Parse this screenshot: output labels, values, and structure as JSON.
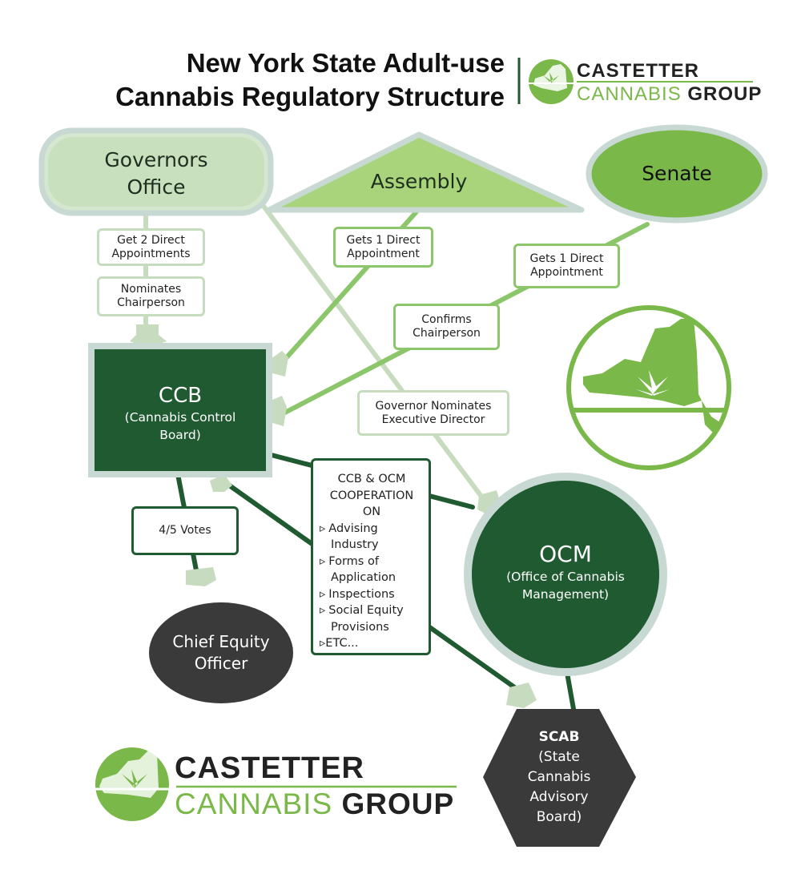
{
  "title": {
    "line1": "New York State Adult-use",
    "line2": "Cannabis Regulatory Structure"
  },
  "brand": {
    "name_line1": "CASTETTER",
    "name_line2a": "CANNABIS",
    "name_line2b": "GROUP",
    "colors": {
      "light_green": "#7ab85a",
      "dark_green": "#1f5a30",
      "text_dark": "#222222"
    }
  },
  "nodes": {
    "governors_office": {
      "line1": "Governors",
      "line2": "Office"
    },
    "assembly": {
      "label": "Assembly"
    },
    "senate": {
      "label": "Senate"
    },
    "ccb": {
      "line1": "CCB",
      "line2": "(Cannabis Control",
      "line3": "Board)"
    },
    "ocm": {
      "line1": "OCM",
      "line2": "(Office of Cannabis",
      "line3": "Management)"
    },
    "chief_equity": {
      "line1": "Chief Equity",
      "line2": "Officer"
    },
    "scab": {
      "line1": "SCAB",
      "line2": "(State",
      "line3": "Cannabis",
      "line4": "Advisory",
      "line5": "Board)"
    }
  },
  "edge_labels": {
    "gov_appointments": {
      "line1": "Get 2 Direct",
      "line2": "Appointments"
    },
    "gov_nominates": {
      "line1": "Nominates",
      "line2": "Chairperson"
    },
    "assembly_appointment": {
      "line1": "Gets 1 Direct",
      "line2": "Appointment"
    },
    "senate_appointment": {
      "line1": "Gets 1 Direct",
      "line2": "Appointment"
    },
    "senate_confirms": {
      "line1": "Confirms",
      "line2": "Chairperson"
    },
    "gov_exec_director": {
      "line1": "Governor Nominates",
      "line2": "Executive Director"
    },
    "votes": {
      "label": "4/5 Votes"
    }
  },
  "cooperation": {
    "head1": "CCB & OCM",
    "head2": "COOPERATION",
    "head3": "ON",
    "bullet": "▹",
    "items": [
      {
        "line1": "Advising",
        "line2": "Industry"
      },
      {
        "line1": "Forms of",
        "line2": "Application"
      },
      {
        "line1": "Inspections",
        "line2": ""
      },
      {
        "line1": "Social Equity",
        "line2": "Provisions"
      }
    ],
    "etc": "ETC..."
  }
}
